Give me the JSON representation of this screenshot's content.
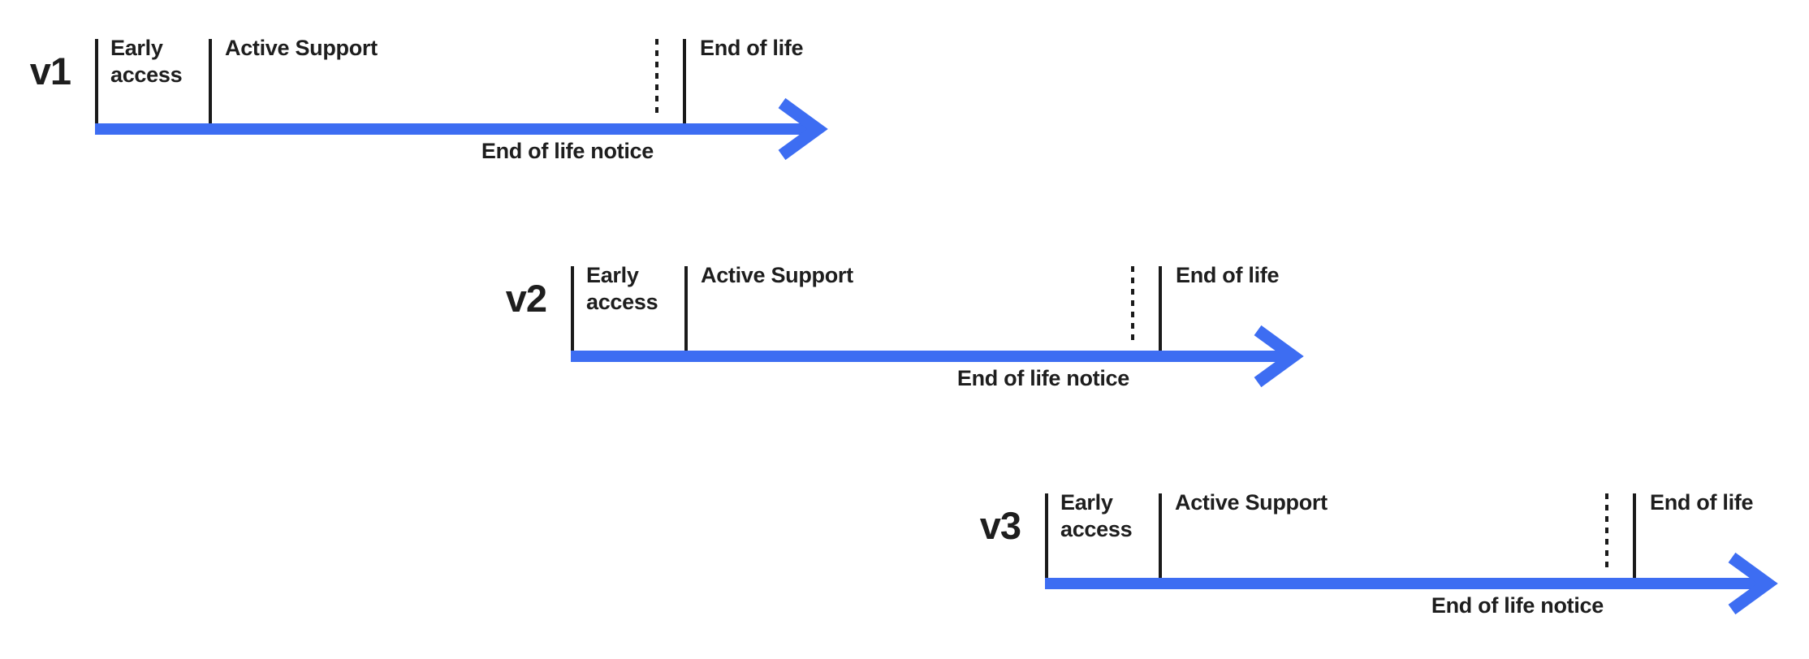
{
  "colors": {
    "arrow_blue": "#3D6DF2",
    "ink": "#1E1E1E",
    "tick": "#1A1A1A",
    "background": "#FFFFFF"
  },
  "timelines": [
    {
      "version": "v1",
      "phases": {
        "early_access": "Early access",
        "active_support": "Active Support",
        "end_of_life": "End of life"
      },
      "notice_label": "End of life notice"
    },
    {
      "version": "v2",
      "phases": {
        "early_access": "Early access",
        "active_support": "Active Support",
        "end_of_life": "End of life"
      },
      "notice_label": "End of life notice"
    },
    {
      "version": "v3",
      "phases": {
        "early_access": "Early access",
        "active_support": "Active Support",
        "end_of_life": "End of life"
      },
      "notice_label": "End of life notice"
    }
  ]
}
